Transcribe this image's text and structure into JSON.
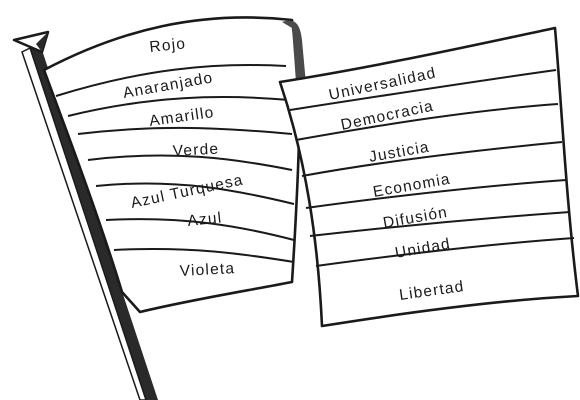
{
  "flag": {
    "left_panel": {
      "stripes": [
        {
          "label": "Rojo"
        },
        {
          "label": "Anaranjado"
        },
        {
          "label": "Amarillo"
        },
        {
          "label": "Verde"
        },
        {
          "label": "Azul Turquesa"
        },
        {
          "label": "Azul"
        },
        {
          "label": "Violeta"
        }
      ]
    },
    "right_panel": {
      "stripes": [
        {
          "label": "Universalidad"
        },
        {
          "label": "Democracia"
        },
        {
          "label": "Justicia"
        },
        {
          "label": "Economia"
        },
        {
          "label": "Difusión"
        },
        {
          "label": "Unidad"
        },
        {
          "label": "Libertad"
        }
      ]
    }
  },
  "colors": {
    "ink": "#1a1a1a",
    "paper": "#ffffff",
    "shadow": "#4a4a4a"
  }
}
